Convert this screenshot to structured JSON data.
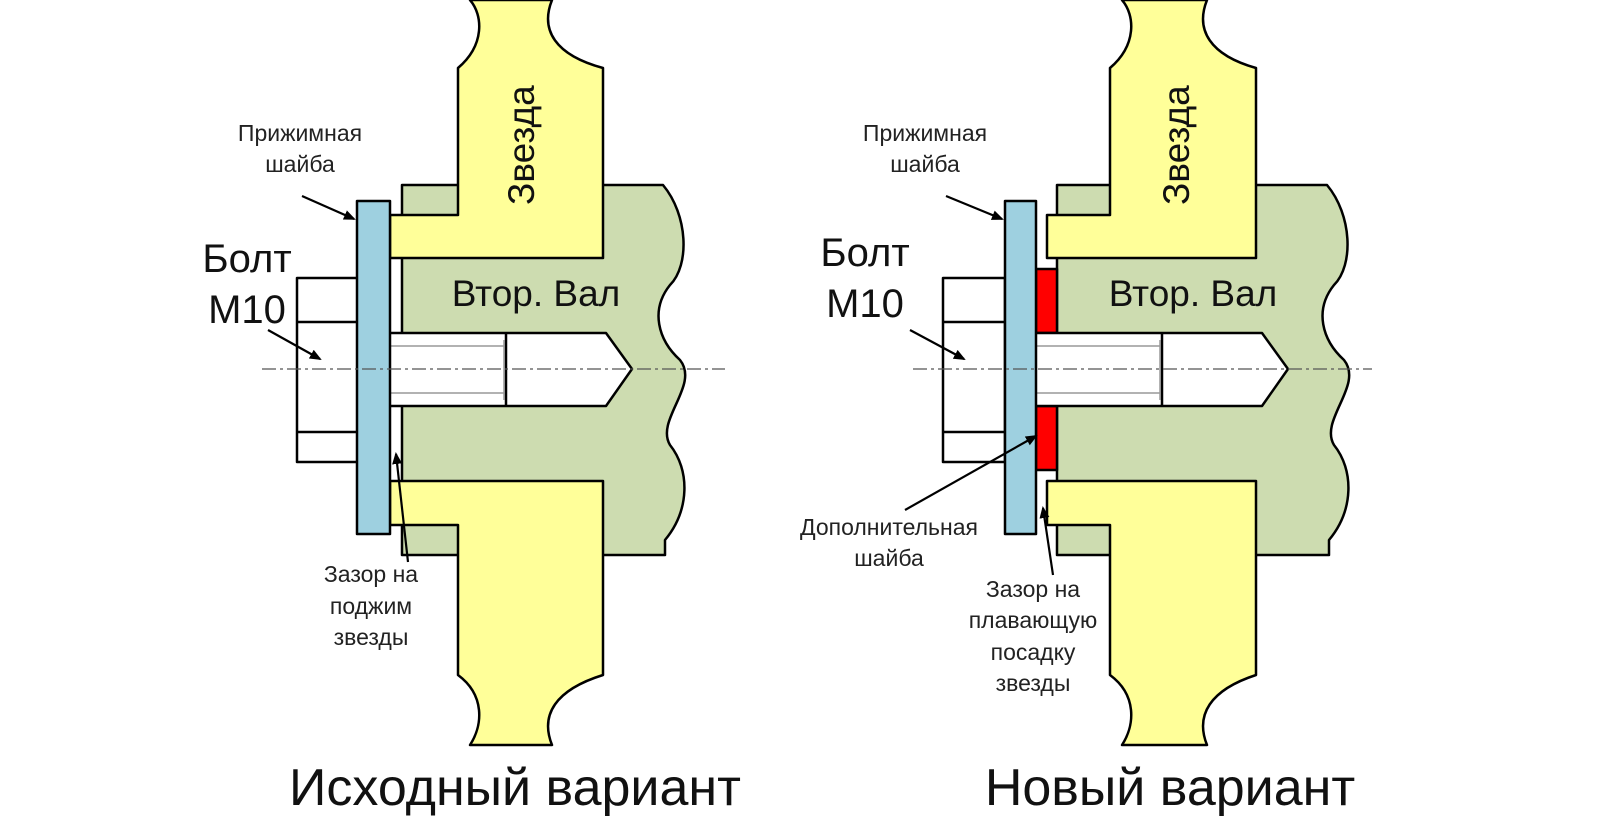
{
  "colors": {
    "star": "#ffff99",
    "shaft": "#cddcb0",
    "washer": "#9ed0e0",
    "extra_washer": "#ff0000",
    "bolt": "#ffffff",
    "outline": "#000000"
  },
  "left": {
    "title": "Исходный вариант",
    "star_label": "Звезда",
    "shaft_label": "Втор. Вал",
    "bolt_label": [
      "Болт",
      "М10"
    ],
    "washer_label": [
      "Прижимная",
      "шайба"
    ],
    "gap_label": [
      "Зазор на",
      "поджим",
      "звезды"
    ]
  },
  "right": {
    "title": "Новый вариант",
    "star_label": "Звезда",
    "shaft_label": "Втор. Вал",
    "bolt_label": [
      "Болт",
      "М10"
    ],
    "washer_label": [
      "Прижимная",
      "шайба"
    ],
    "extra_washer_label": [
      "Дополнительная",
      "шайба"
    ],
    "gap_label": [
      "Зазор на",
      "плавающую",
      "посадку",
      "звезды"
    ]
  }
}
